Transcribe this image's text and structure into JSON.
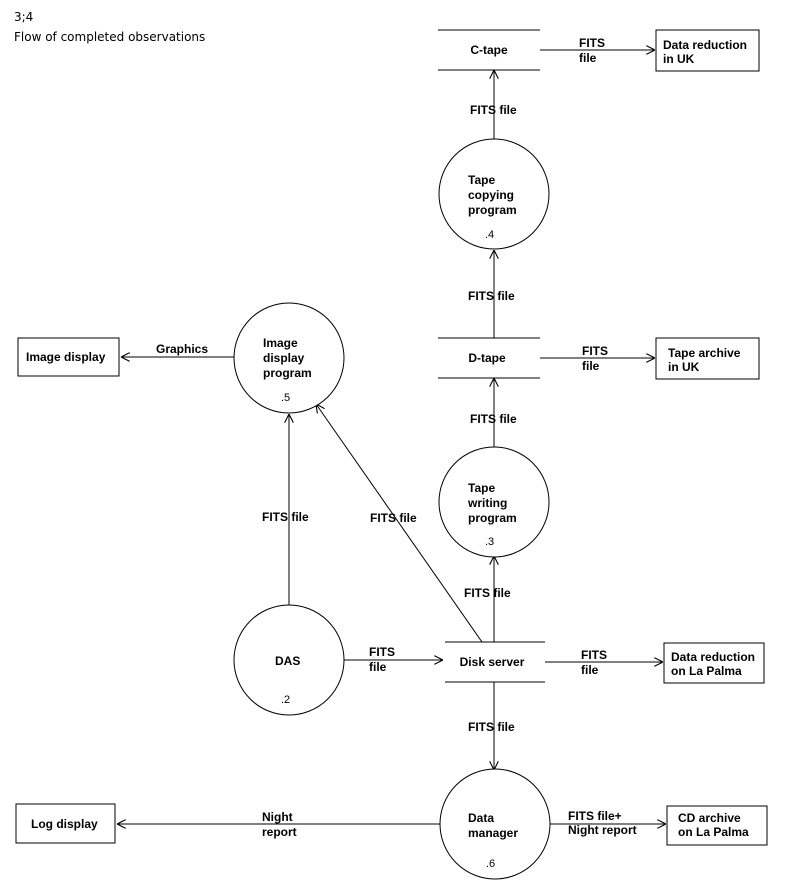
{
  "header": {
    "id": "3;4",
    "title": "Flow of completed observations"
  },
  "processes": {
    "tape_copying": {
      "lines": [
        "Tape",
        "copying",
        "program"
      ],
      "num": ".4"
    },
    "image_display": {
      "lines": [
        "Image",
        "display",
        "program"
      ],
      "num": ".5"
    },
    "tape_writing": {
      "lines": [
        "Tape",
        "writing",
        "program"
      ],
      "num": ".3"
    },
    "das": {
      "lines": [
        "DAS"
      ],
      "num": ".2"
    },
    "data_manager": {
      "lines": [
        "Data",
        "manager"
      ],
      "num": ".6"
    }
  },
  "stores": {
    "c_tape": "C-tape",
    "d_tape": "D-tape",
    "disk_server": "Disk server"
  },
  "externals": {
    "data_reduction_uk": [
      "Data reduction",
      "in UK"
    ],
    "tape_archive_uk": [
      "Tape archive",
      "in UK"
    ],
    "image_display": [
      "Image display"
    ],
    "data_reduction_lp": [
      "Data reduction",
      "on La Palma"
    ],
    "log_display": [
      "Log display"
    ],
    "cd_archive_lp": [
      "CD archive",
      "on La Palma"
    ]
  },
  "flows": {
    "ctape_to_uk": [
      "FITS",
      "file"
    ],
    "copy_to_ctape": [
      "FITS file"
    ],
    "dtape_to_copy": [
      "FITS file"
    ],
    "dtape_to_archive": [
      "FITS",
      "file"
    ],
    "writing_to_dtape": [
      "FITS file"
    ],
    "disk_to_writing": [
      "FITS file"
    ],
    "imgprog_to_display": [
      "Graphics"
    ],
    "das_to_imgprog": [
      "FITS file"
    ],
    "disk_to_imgprog": [
      "FITS file"
    ],
    "das_to_disk": [
      "FITS",
      "file"
    ],
    "disk_to_reduction": [
      "FITS",
      "file"
    ],
    "disk_to_manager": [
      "FITS file"
    ],
    "manager_to_log": [
      "Night",
      "report"
    ],
    "manager_to_cd": [
      "FITS file+",
      "Night report"
    ]
  }
}
